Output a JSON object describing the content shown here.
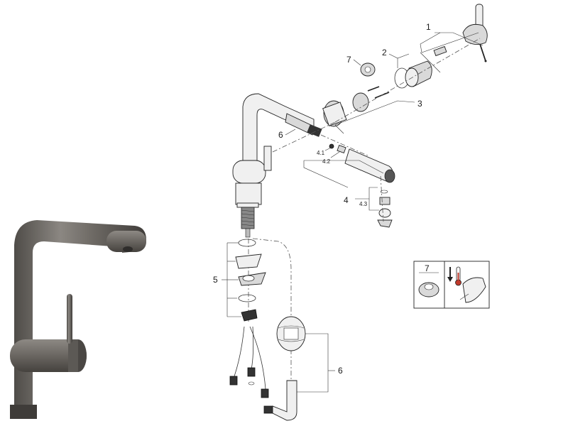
{
  "callouts": {
    "c1": "1",
    "c2": "2",
    "c3": "3",
    "c4": "4",
    "c4_1": "4.1",
    "c4_2": "4.2",
    "c4_3": "4.3",
    "c5": "5",
    "c6_top": "6",
    "c6_bottom": "6",
    "c7": "7"
  },
  "inset": {
    "label": "7"
  },
  "colors": {
    "faucet_metal": "#6f6b66",
    "line": "#222222",
    "part_fill": "#d9d9d9"
  },
  "icons": {
    "product": "kitchen-pull-out-faucet-photo",
    "temperature": "thermometer-icon",
    "arrow": "down-arrow-icon",
    "lever": "lever-handle-icon"
  }
}
